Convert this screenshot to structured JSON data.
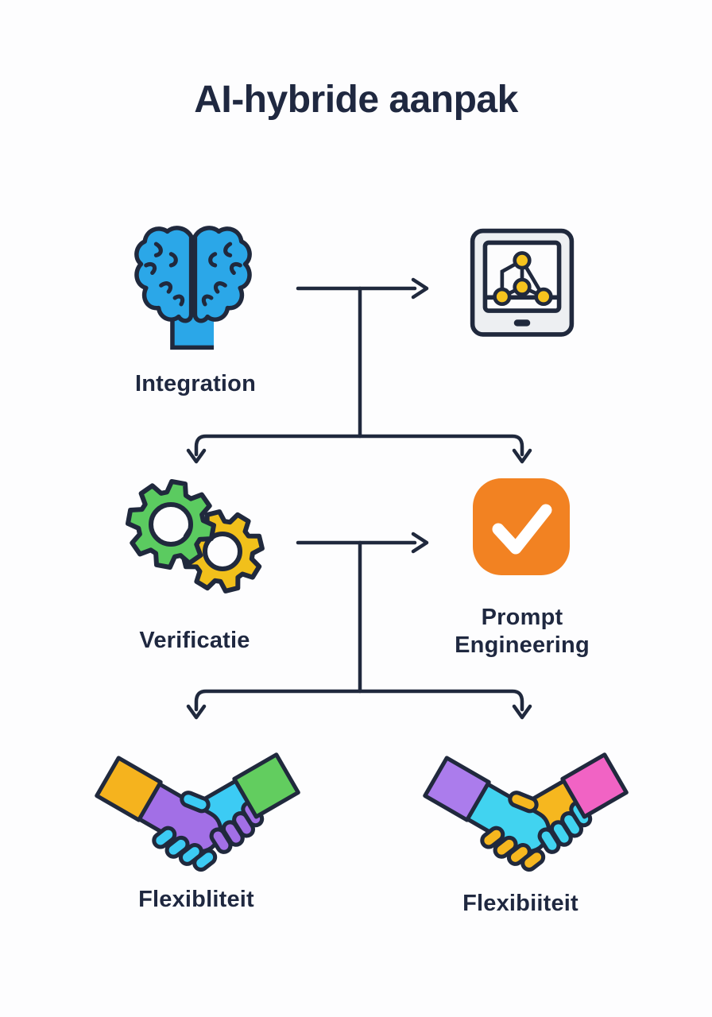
{
  "title": "AI-hybride aanpak",
  "diagram": {
    "nodes": [
      {
        "icon": "brain-icon",
        "label": "Integration"
      },
      {
        "icon": "tablet-network-icon"
      },
      {
        "icon": "gears-icon",
        "label": "Verificatie"
      },
      {
        "icon": "checkmark-icon",
        "label": "Prompt Engineering"
      },
      {
        "icon": "handshake-icon",
        "label": "Flexibliteit"
      },
      {
        "icon": "handshake-icon",
        "label": "Flexibiiteit"
      }
    ]
  },
  "colors": {
    "background": "#FDFDFE",
    "text": "#1F2840",
    "line": "#20293D",
    "brain": "#2BA7E8",
    "tablet_body": "#EDEFF2",
    "tablet_screen": "#FCFCFD",
    "network_node": "#F6C31E",
    "gear_green": "#5BCB60",
    "gear_yellow": "#F1C01B",
    "check_bg": "#F28222",
    "check_mark": "#FFFFFF",
    "handshake_left": {
      "sleeve_a": "#F5B31E",
      "hand_a": "#A26FE6",
      "sleeve_b": "#62CD5F",
      "hand_b": "#3CCBF4"
    },
    "handshake_right": {
      "sleeve_a": "#AB7CEC",
      "hand_a": "#41D3F0",
      "sleeve_b": "#F163C4",
      "hand_b": "#F6B71F"
    }
  }
}
